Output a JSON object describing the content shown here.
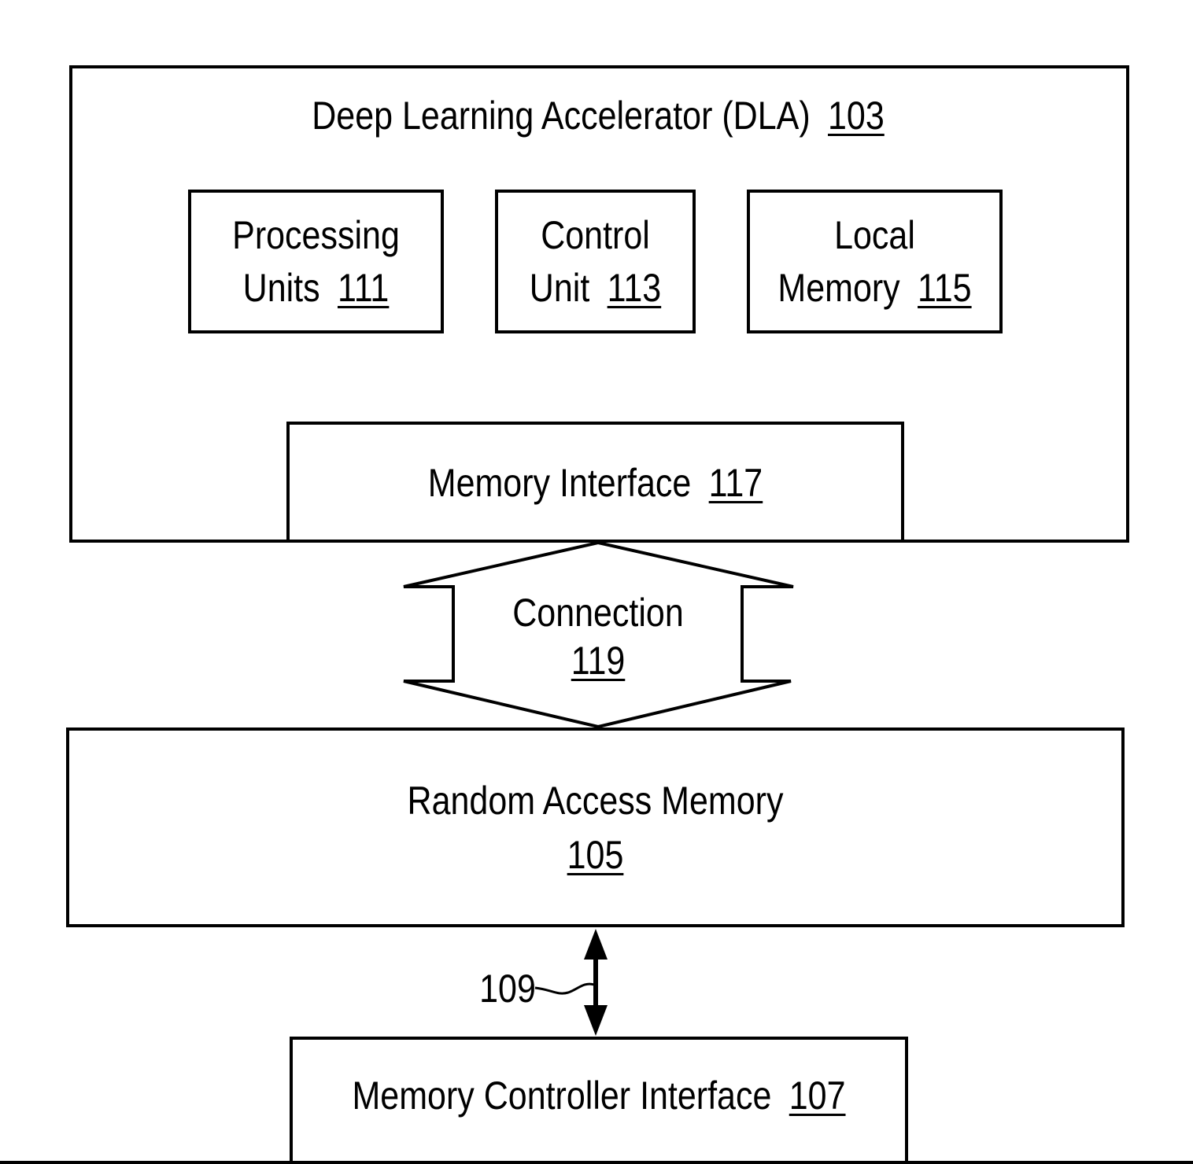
{
  "dla": {
    "label": "Deep Learning Accelerator (DLA)",
    "ref": "103"
  },
  "processing_units": {
    "line1": "Processing",
    "line2": "Units",
    "ref": "111"
  },
  "control_unit": {
    "line1": "Control",
    "line2": "Unit",
    "ref": "113"
  },
  "local_memory": {
    "line1": "Local",
    "line2": "Memory",
    "ref": "115"
  },
  "memory_interface": {
    "label": "Memory Interface",
    "ref": "117"
  },
  "connection": {
    "label": "Connection",
    "ref": "119"
  },
  "ram": {
    "label": "Random Access Memory",
    "ref": "105"
  },
  "bus_link": {
    "ref": "109"
  },
  "memory_controller_interface": {
    "label": "Memory Controller Interface",
    "ref": "107"
  }
}
